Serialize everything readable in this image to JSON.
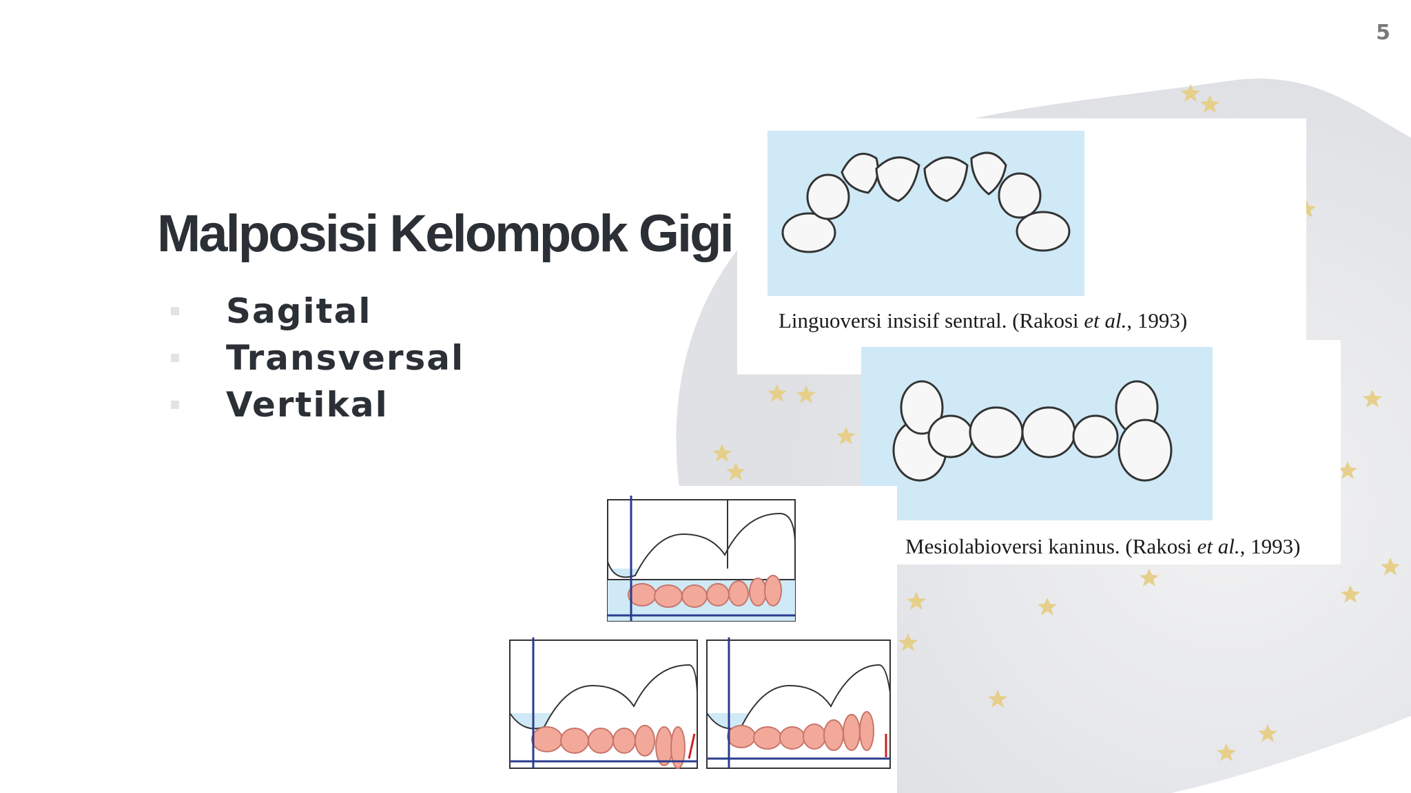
{
  "slide": {
    "page_number": "5",
    "title": "Malposisi Kelompok Gigi",
    "bullets": [
      {
        "label": "Sagital"
      },
      {
        "label": "Transversal"
      },
      {
        "label": "Vertikal"
      }
    ]
  },
  "figures": {
    "figure1": {
      "caption_pre": "Linguoversi insisif sentral. (Rakosi ",
      "caption_em": "et al.",
      "caption_post": ", 1993)"
    },
    "figure2": {
      "caption_pre": "Mesiolabioversi kaninus. (Rakosi ",
      "caption_em": "et al.",
      "caption_post": ", 1993)"
    }
  },
  "colors": {
    "title": "#2b2f36",
    "photo_bg": "#cfe9f6",
    "gum": "#f2a99a",
    "star": "#e6cf8a",
    "blob": "#e4e6ea"
  },
  "icons": {
    "bullet": "square-bullet-icon",
    "decoration": "star-icon"
  }
}
